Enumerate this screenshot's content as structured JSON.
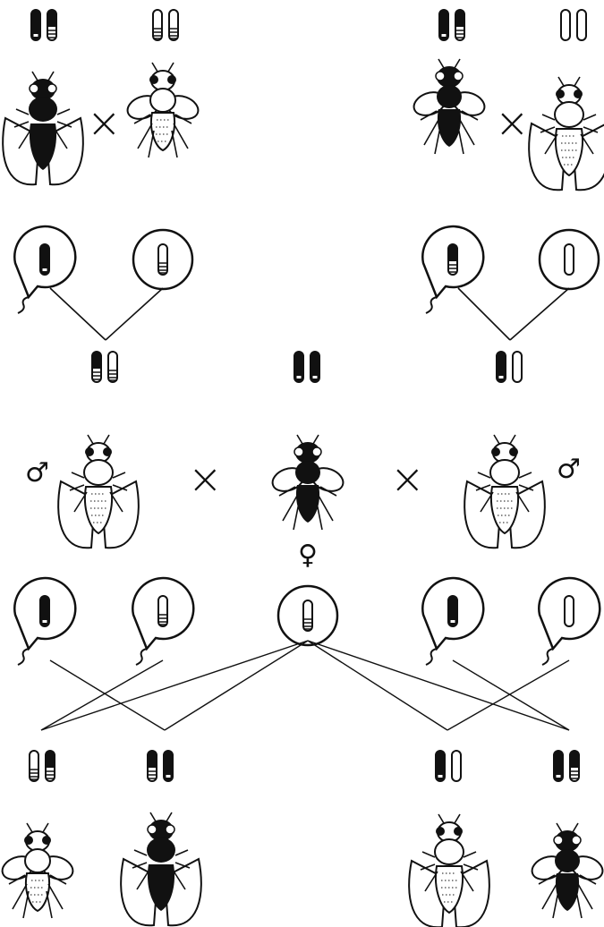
{
  "symbols": {
    "cross": "×",
    "male": "♂",
    "female": "♀"
  },
  "colors": {
    "ink": "#111111",
    "paper": "#ffffff"
  },
  "chromosome_types": [
    "dark",
    "light",
    "mixed",
    "plain"
  ]
}
